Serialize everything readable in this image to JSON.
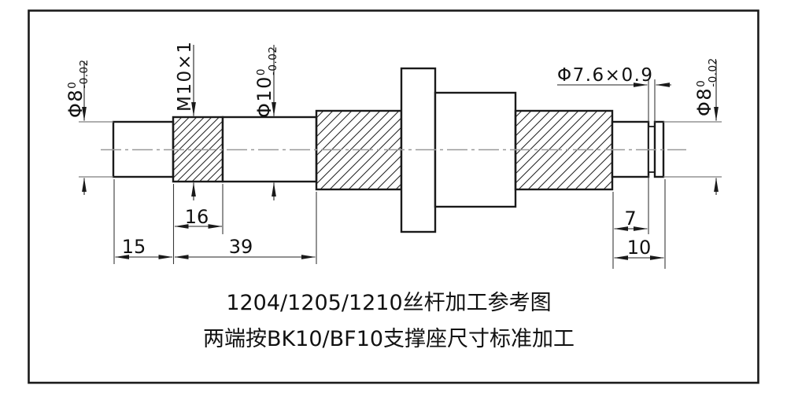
{
  "drawing": {
    "title_line1": "1204/1205/1210丝杆加工参考图",
    "title_line2": "两端按BK10/BF10支撑座尺寸标准加工",
    "specs": {
      "left_end": {
        "dia": "Φ8",
        "tol_top": "0",
        "tol_bot": "-0.02"
      },
      "thread": "M10×1",
      "mid_section": {
        "dia": "Φ10",
        "tol_top": "0",
        "tol_bot": "-0.02"
      },
      "groove": "Φ7.6×0.9",
      "right_end": {
        "dia": "Φ8",
        "tol_top": "0",
        "tol_bot": "-0.02"
      }
    },
    "dims": {
      "thread_length": "16",
      "left_stub_length": "15",
      "left_section_length": "39",
      "groove_offset": "7",
      "right_stub_length": "10"
    },
    "colors": {
      "line": "#1a1a1a",
      "centerline": "#999999",
      "background": "#ffffff"
    }
  }
}
